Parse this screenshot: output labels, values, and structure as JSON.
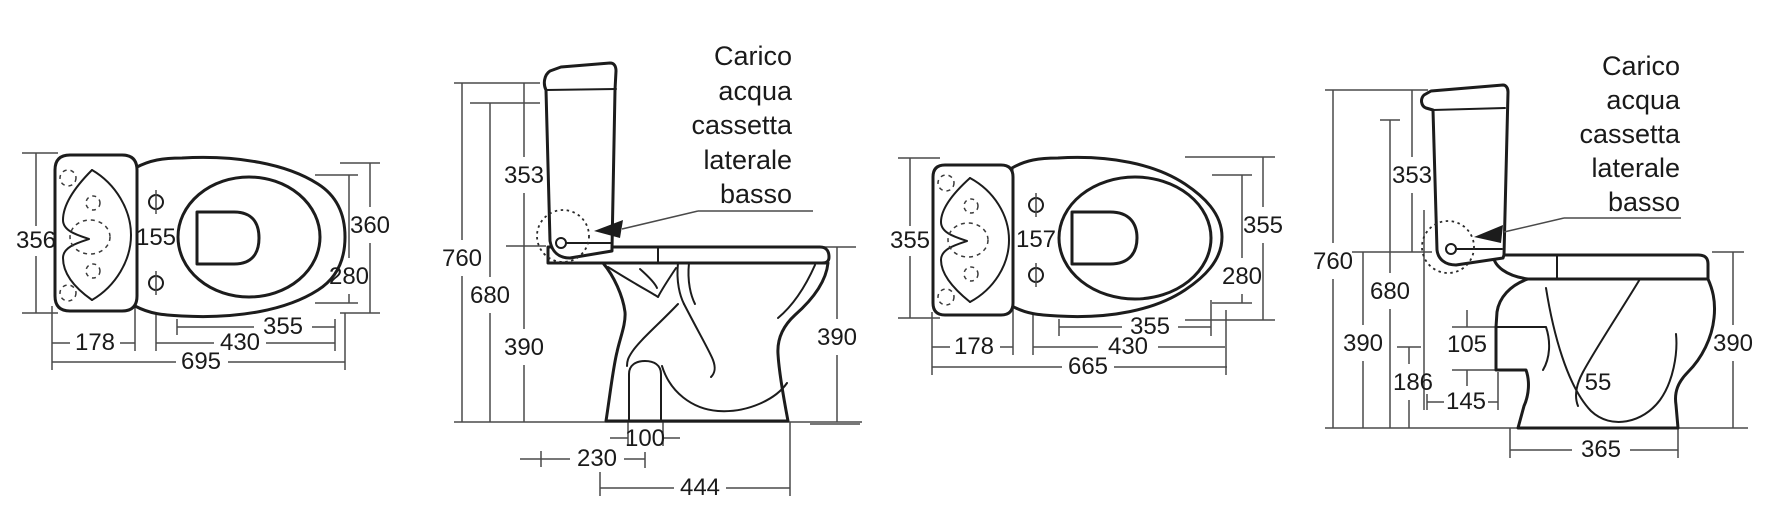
{
  "colors": {
    "background": "#ffffff",
    "line": "#1c1c1c"
  },
  "views": {
    "plan_left": {
      "dims": {
        "overall_width": "356",
        "fixing_hole_spacing": "155",
        "bowl_outer_width": "360",
        "bowl_inner_width": "280",
        "seat_length": "355",
        "fixing_length": "430",
        "tank_depth": "178",
        "overall_length": "695"
      }
    },
    "side_left": {
      "note_lines": [
        "Carico",
        "acqua",
        "cassetta",
        "laterale",
        "basso"
      ],
      "dims": {
        "tank_height": "353",
        "overall_height": "760",
        "lid_height": "680",
        "bowl_height": "390",
        "seat_height": "390",
        "outlet_width": "100",
        "outlet_offset": "230",
        "base_length": "444"
      }
    },
    "plan_right": {
      "dims": {
        "overall_width": "355",
        "fixing_hole_spacing": "157",
        "bowl_outer_width": "355",
        "bowl_inner_width": "280",
        "seat_length": "355",
        "fixing_length": "430",
        "tank_depth": "178",
        "overall_length": "665"
      }
    },
    "side_right": {
      "note_lines": [
        "Carico",
        "acqua",
        "cassetta",
        "laterale",
        "basso"
      ],
      "dims": {
        "tank_height": "353",
        "overall_height": "760",
        "lid_height": "680",
        "bowl_height": "390",
        "spigot_height": "105",
        "outlet_height": "186",
        "outlet_depth": "145",
        "trap_offset": "55",
        "seat_height": "390",
        "base_width": "365"
      }
    }
  }
}
